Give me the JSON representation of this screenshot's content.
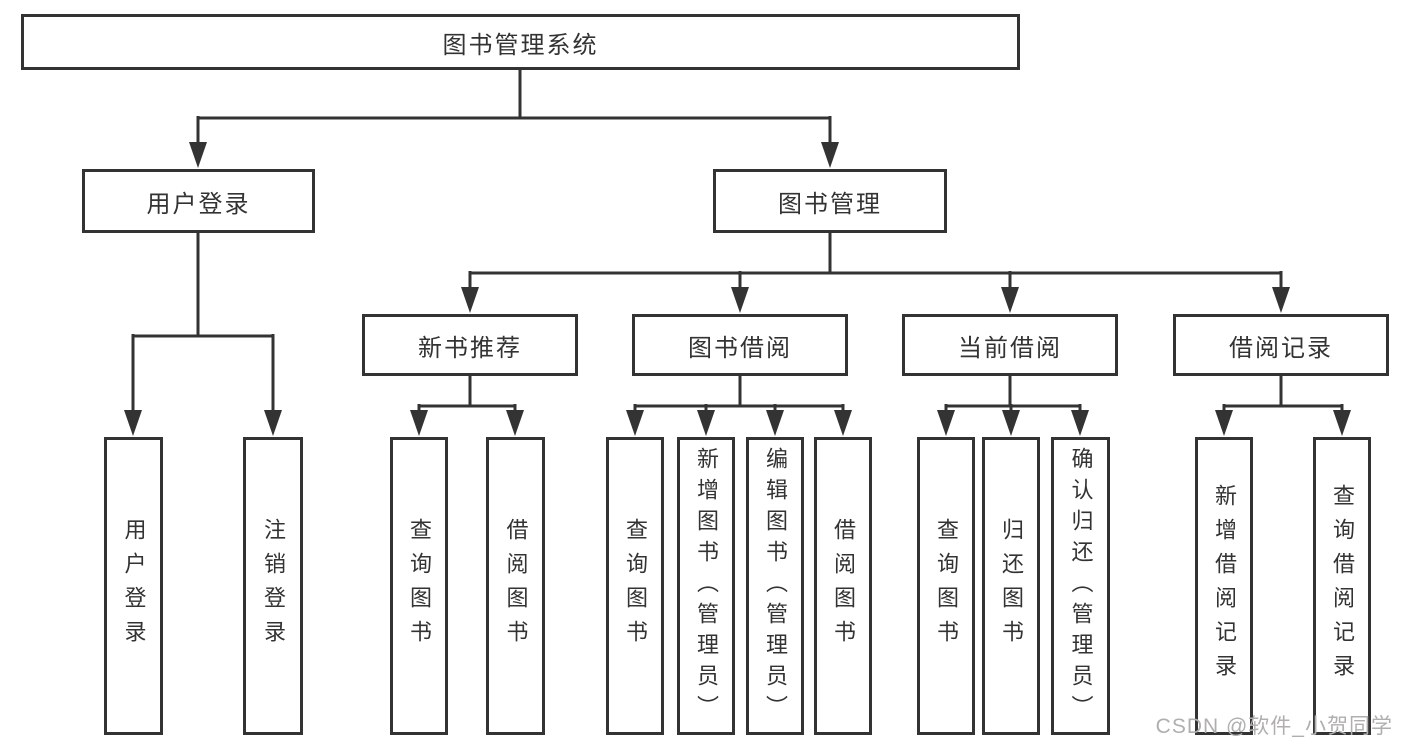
{
  "tree": {
    "label": "图书管理系统",
    "children": [
      {
        "label": "用户登录",
        "children": [
          {
            "label": "用户登录"
          },
          {
            "label": "注销登录"
          }
        ]
      },
      {
        "label": "图书管理",
        "children": [
          {
            "label": "新书推荐",
            "children": [
              {
                "label": "查询图书"
              },
              {
                "label": "借阅图书"
              }
            ]
          },
          {
            "label": "图书借阅",
            "children": [
              {
                "label": "查询图书"
              },
              {
                "label": "新增图书（管理员）"
              },
              {
                "label": "编辑图书（管理员）"
              },
              {
                "label": "借阅图书"
              }
            ]
          },
          {
            "label": "当前借阅",
            "children": [
              {
                "label": "查询图书"
              },
              {
                "label": "归还图书"
              },
              {
                "label": "确认归还（管理员）"
              }
            ]
          },
          {
            "label": "借阅记录",
            "children": [
              {
                "label": "新增借阅记录"
              },
              {
                "label": "查询借阅记录"
              }
            ]
          }
        ]
      }
    ]
  },
  "watermark": "CSDN @软件_小贺同学",
  "colors": {
    "line": "#333333",
    "text": "#333333",
    "watermark": "#b0aeae",
    "background": "#ffffff"
  }
}
